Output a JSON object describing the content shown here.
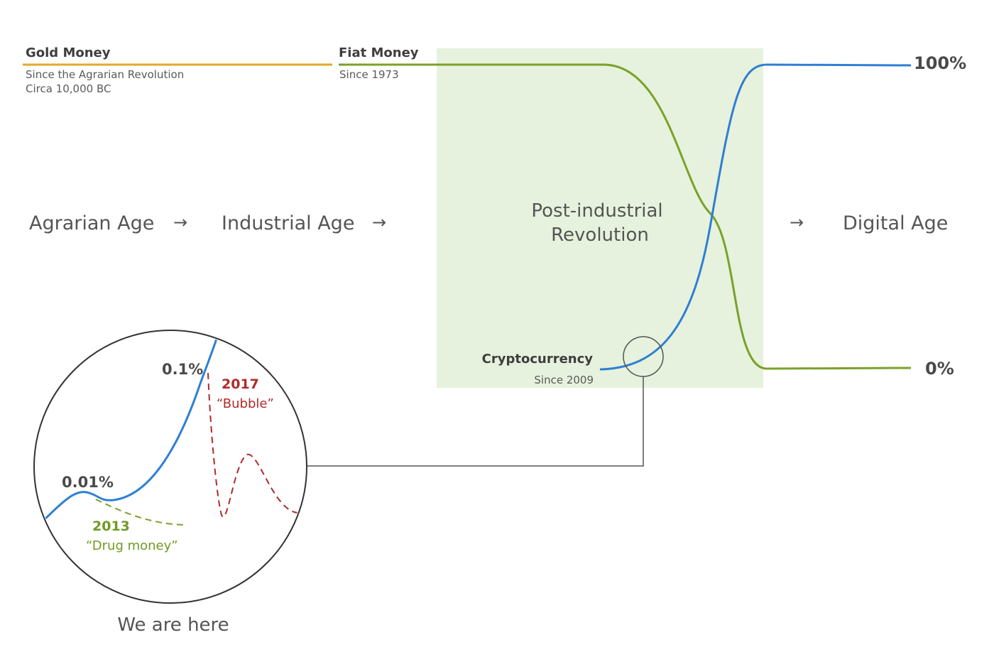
{
  "legend": {
    "gold": {
      "title": "Gold Money",
      "line1": "Since the Agrarian Revolution",
      "line2": "Circa 10,000 BC"
    },
    "fiat": {
      "title": "Fiat Money",
      "line1": "Since 1973"
    }
  },
  "ages": {
    "agrarian": "Agrarian Age",
    "industrial": "Industrial Age",
    "post_line1": "Post-industrial",
    "post_line2": "Revolution",
    "digital": "Digital Age",
    "arrow_glyph": "→"
  },
  "crypto": {
    "title": "Cryptocurrency",
    "since": "Since 2009"
  },
  "scale": {
    "top": "100%",
    "bottom": "0%"
  },
  "zoom": {
    "label_001": "0.01%",
    "label_01": "0.1%",
    "year_2017": "2017",
    "quote_2017": "“Bubble”",
    "year_2013": "2013",
    "quote_2013": "“Drug money”",
    "caption": "We are here"
  },
  "colors": {
    "gold": "#e2a92b",
    "fiat": "#7aa12a",
    "crypto": "#2f7fd3",
    "bubble": "#b02a2a",
    "band": "#e6f2dd",
    "connector": "#555555"
  }
}
